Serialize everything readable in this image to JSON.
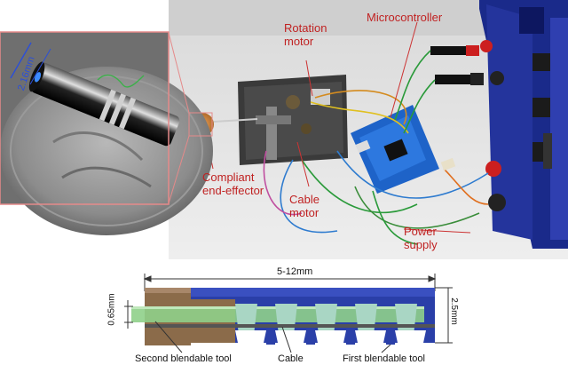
{
  "photo": {
    "labels": {
      "rotation_motor": "Rotation\nmotor",
      "microcontroller": "Microcontroller",
      "compliant": "Compliant\nend-effector",
      "cable_motor": "Cable\nmotor",
      "power_supply": "Power\nsupply"
    },
    "zoom_dimension": "2.16mm"
  },
  "schematic": {
    "length_dimension": "5-12mm",
    "height_dimension": "2.5mm",
    "inner_dimension": "0.65mm",
    "labels": {
      "second_tool": "Second blendable tool",
      "cable": "Cable",
      "first_tool": "First blendable tool"
    }
  },
  "colors": {
    "label_red": "#c02222",
    "body_blue": "#2a3fa8",
    "tool_brown": "#8b6b4a",
    "tool_green": "#7fbf7f",
    "notch_teal": "#a9d6c4",
    "dim_blue": "#2b4fd8"
  }
}
